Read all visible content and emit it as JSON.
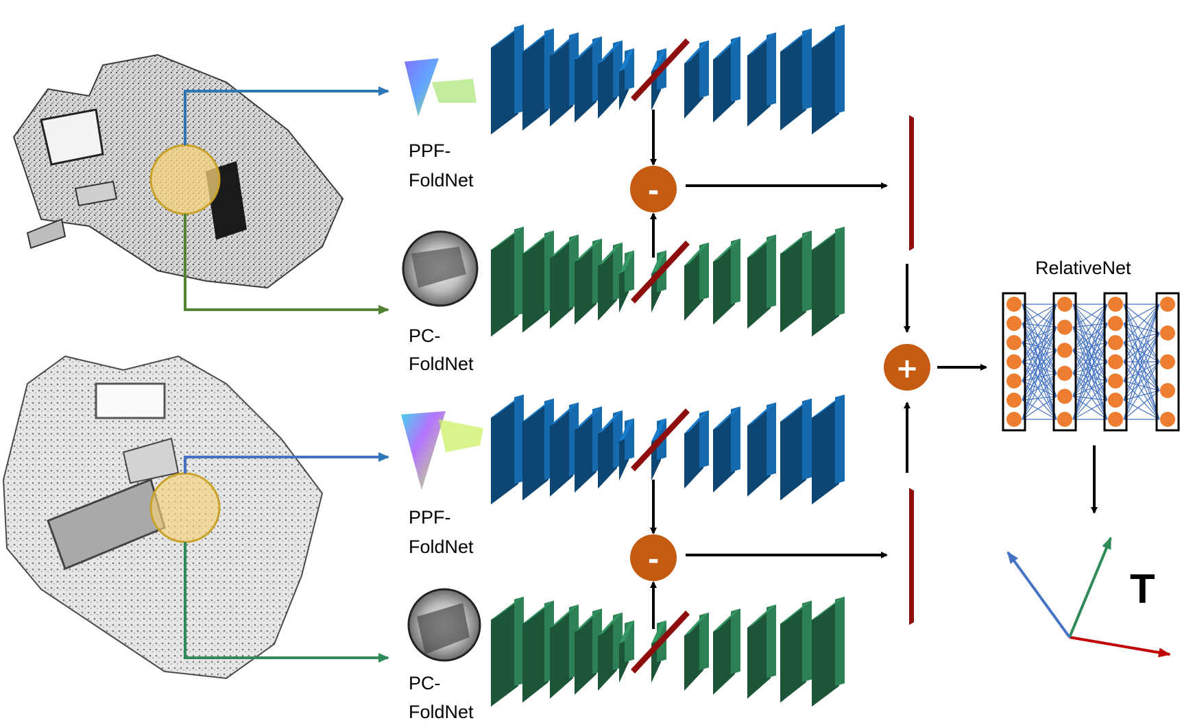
{
  "labels": {
    "ppf_top_line1": "PPF-",
    "ppf_top_line2": "FoldNet",
    "pc_top_line1": "PC-",
    "pc_top_line2": "FoldNet",
    "ppf_bottom_line1": "PPF-",
    "ppf_bottom_line2": "FoldNet",
    "pc_bottom_line1": "PC-",
    "pc_bottom_line2": "FoldNet",
    "relativenet": "RelativeNet",
    "output": "T"
  },
  "operators": {
    "minus": "-",
    "plus": "+"
  },
  "network_layers": [
    54,
    50,
    46,
    42,
    38,
    30,
    30,
    38,
    42,
    46,
    50,
    54
  ],
  "relativenet_columns": [
    7,
    6,
    7,
    5
  ],
  "colors": {
    "ppf_branch": "#1464a5",
    "pc_branch": "#2a7a50",
    "latent": "#8e0d0d",
    "operator": "#c55a11",
    "neuron": "#ed7d31",
    "arrow_blue": "#4472c4",
    "arrow_green": "#548235",
    "frame_x_axis": "#c00000",
    "frame_y_axis": "#2e8b57",
    "frame_z_axis": "#4472c4",
    "patch_highlight": "#f4d27a"
  }
}
